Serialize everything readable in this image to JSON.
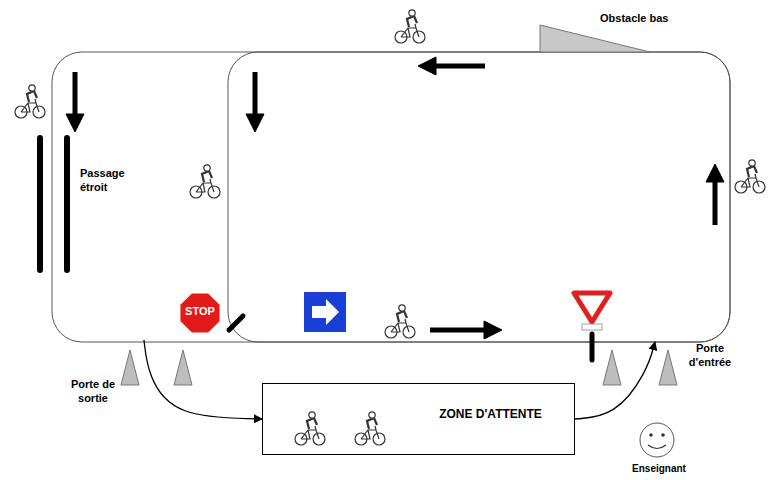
{
  "diagram": {
    "nodes": [
      {
        "text": [
          "STOP"
        ]
      },
      {
        "text": [
          "Porte de sortie"
        ]
      },
      {
        "text": [
          "ZONE D'ATTENTE"
        ]
      },
      {
        "text": [
          "Porte d'entrée"
        ]
      }
    ],
    "edges": [
      {
        "from": 1,
        "to": 2,
        "arrow": "to"
      },
      {
        "from": 2,
        "to": 3,
        "arrow": "to"
      }
    ],
    "labels": [
      "Obstacle bas",
      "Passage étroit",
      "Enseignant"
    ]
  }
}
